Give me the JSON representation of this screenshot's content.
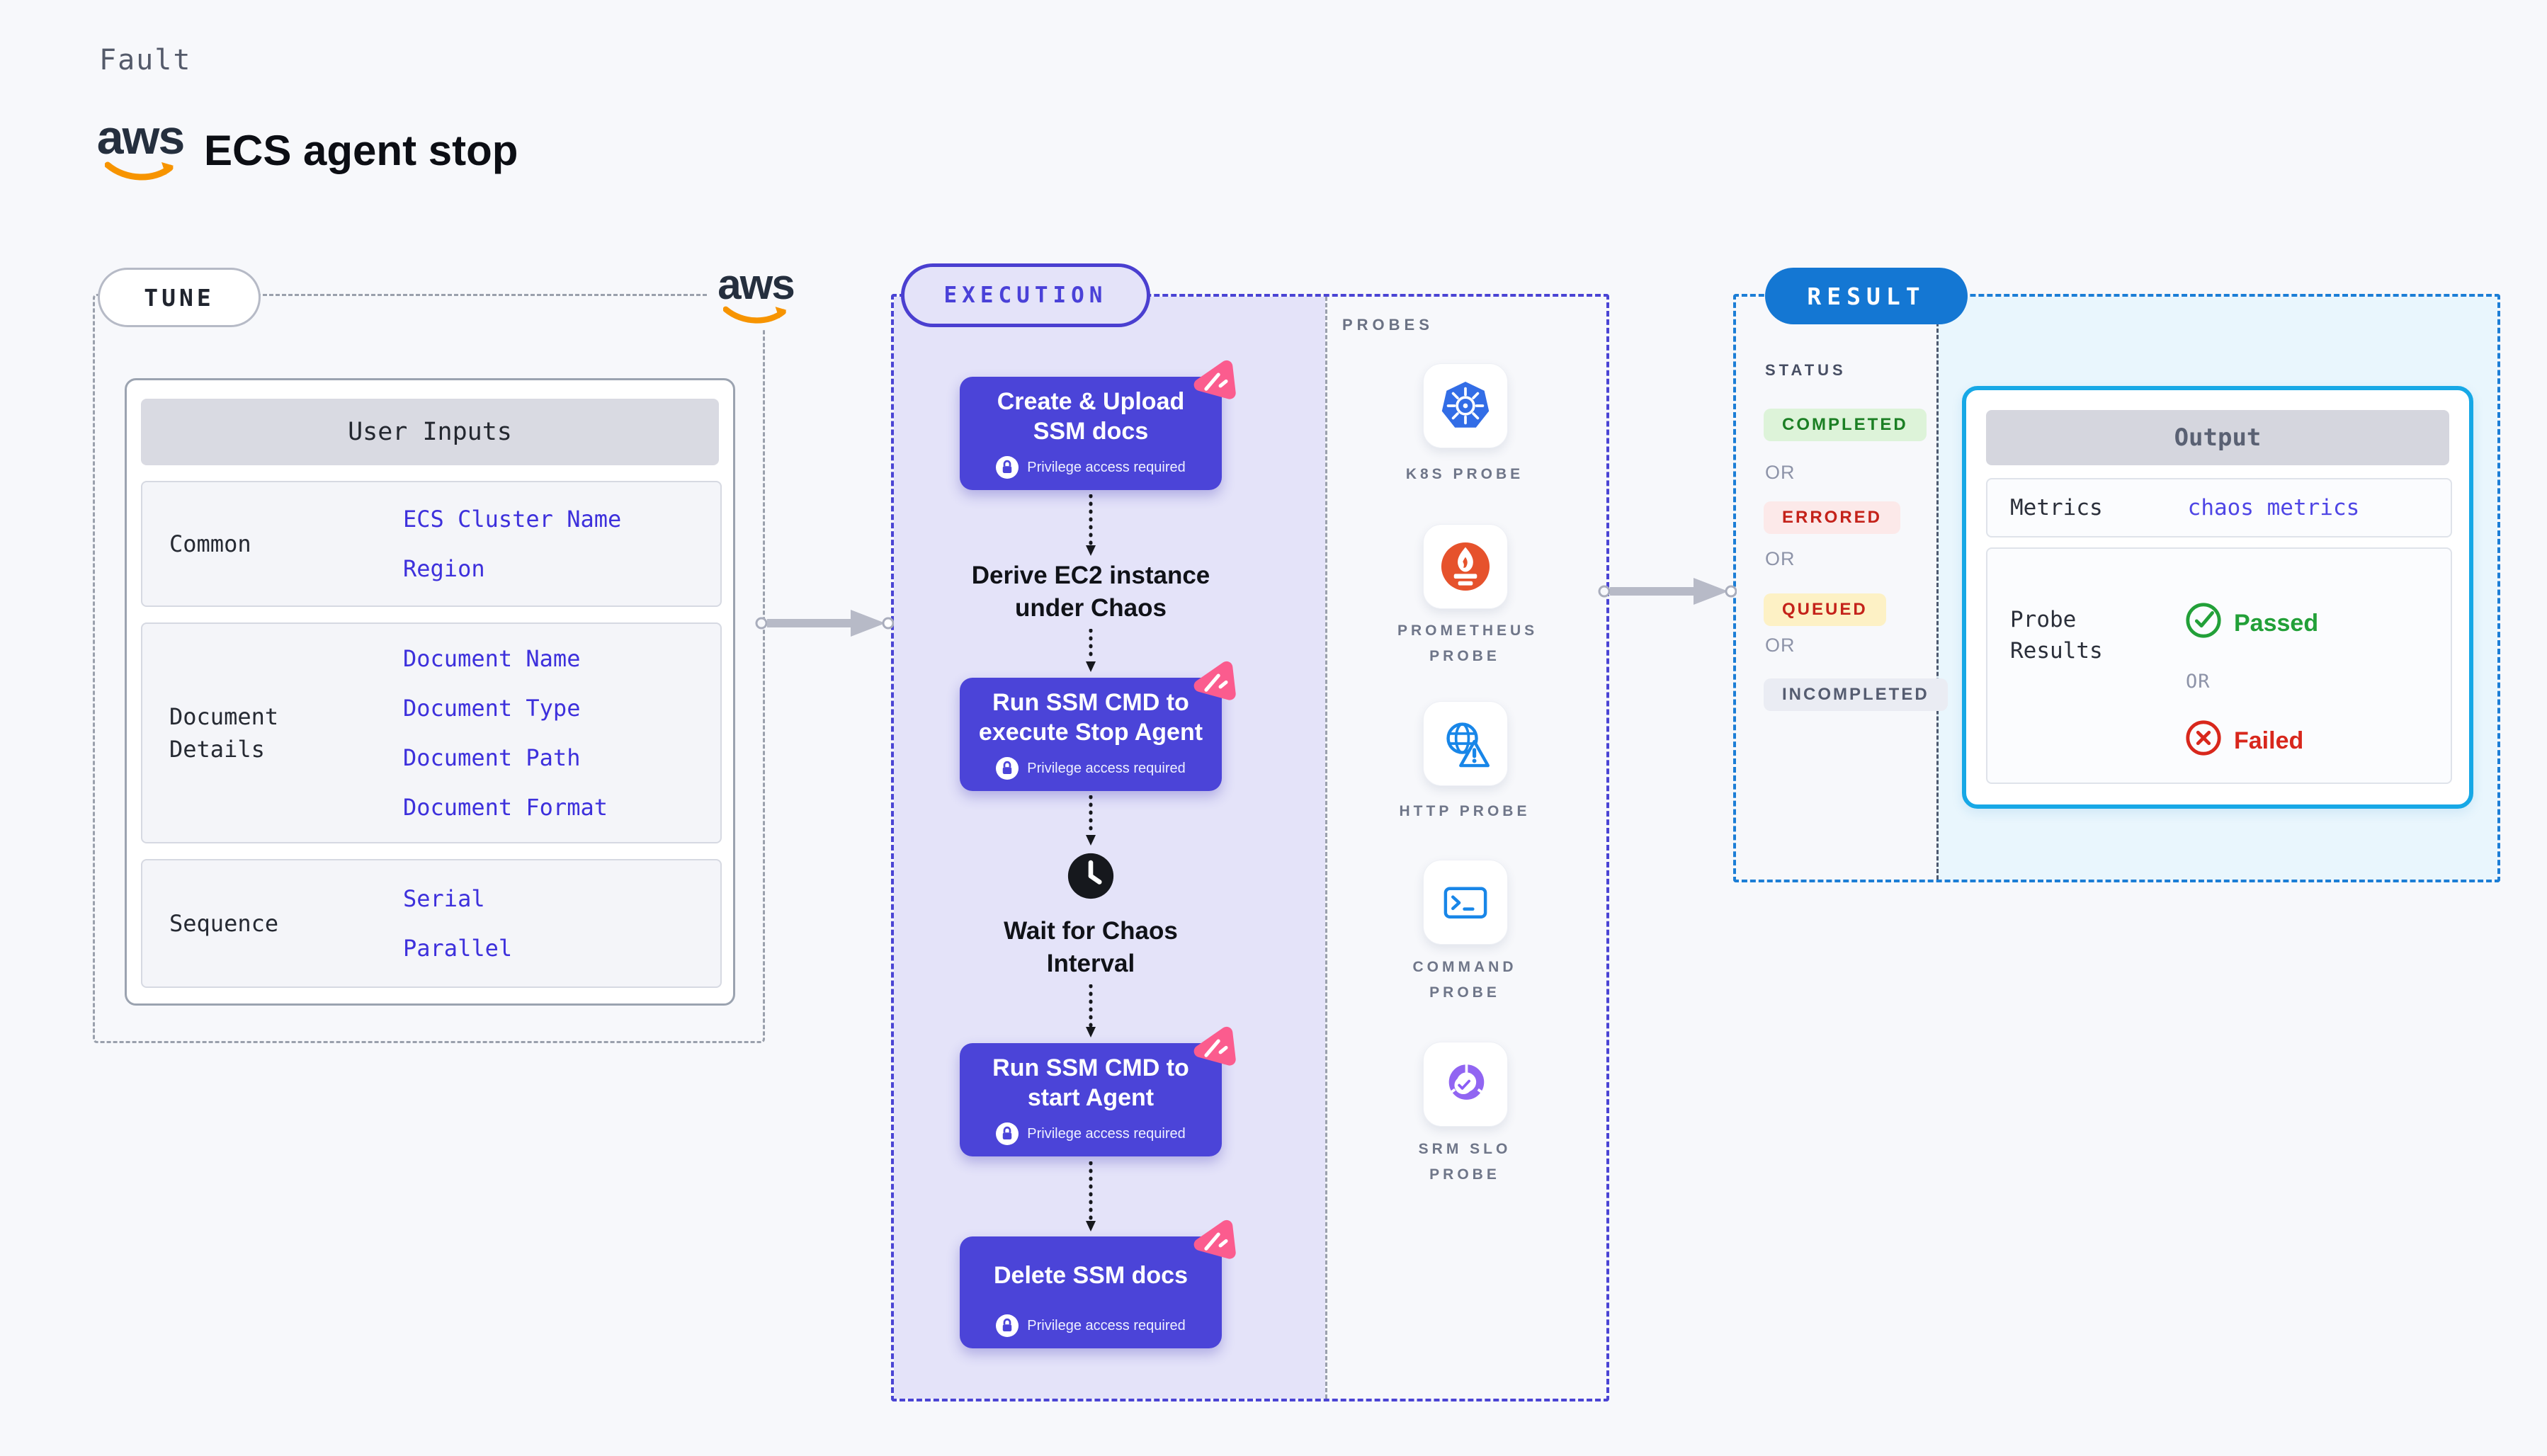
{
  "header": {
    "eyebrow": "Fault",
    "title": "ECS agent stop",
    "aws_logo_text": "aws"
  },
  "tune": {
    "pill": "TUNE",
    "table": {
      "header": "User Inputs",
      "rows": [
        {
          "label": "Common",
          "values": [
            "ECS Cluster Name",
            "Region"
          ]
        },
        {
          "label": "Document Details",
          "values": [
            "Document Name",
            "Document Type",
            "Document Path",
            "Document Format"
          ]
        },
        {
          "label": "Sequence",
          "values": [
            "Serial",
            "Parallel"
          ]
        }
      ]
    }
  },
  "execution": {
    "pill": "EXECUTION",
    "privilege_note": "Privilege access required",
    "steps": [
      {
        "title": "Create & Upload SSM docs",
        "privileged": true
      },
      {
        "title": "Derive EC2 instance under Chaos",
        "privileged": false
      },
      {
        "title": "Run SSM CMD to execute Stop Agent",
        "privileged": true
      },
      {
        "title": "Wait for Chaos Interval",
        "privileged": false
      },
      {
        "title": "Run SSM CMD to start Agent",
        "privileged": true
      },
      {
        "title": "Delete SSM docs",
        "privileged": true
      }
    ]
  },
  "probes": {
    "heading": "PROBES",
    "items": [
      {
        "label": "K8S PROBE",
        "icon": "kubernetes-icon"
      },
      {
        "label": "PROMETHEUS PROBE",
        "icon": "prometheus-icon"
      },
      {
        "label": "HTTP PROBE",
        "icon": "http-globe-icon"
      },
      {
        "label": "COMMAND PROBE",
        "icon": "terminal-icon"
      },
      {
        "label": "SRM SLO PROBE",
        "icon": "slo-donut-icon"
      }
    ]
  },
  "result": {
    "pill": "RESULT",
    "status": {
      "heading": "STATUS",
      "or": "OR",
      "badges": [
        {
          "label": "COMPLETED",
          "fg": "#1b7f24",
          "bg": "#ddf3d9"
        },
        {
          "label": "ERRORED",
          "fg": "#c4221a",
          "bg": "#fce9e9"
        },
        {
          "label": "QUEUED",
          "fg": "#c4221a",
          "bg": "#fdf1c5"
        },
        {
          "label": "INCOMPLETED",
          "fg": "#555c70",
          "bg": "#eaecf3"
        }
      ]
    },
    "output": {
      "header": "Output",
      "metrics_label": "Metrics",
      "metrics_value": "chaos metrics",
      "probe_results_label": "Probe Results",
      "passed": "Passed",
      "or": "OR",
      "failed": "Failed"
    }
  },
  "colors": {
    "accent_indigo": "#4b44d8",
    "accent_blue": "#1477d3",
    "accent_cyan": "#17a8e6",
    "accent_pink": "#fb5c8e",
    "link_indigo": "#3d30dc",
    "aws_orange": "#f79400"
  }
}
